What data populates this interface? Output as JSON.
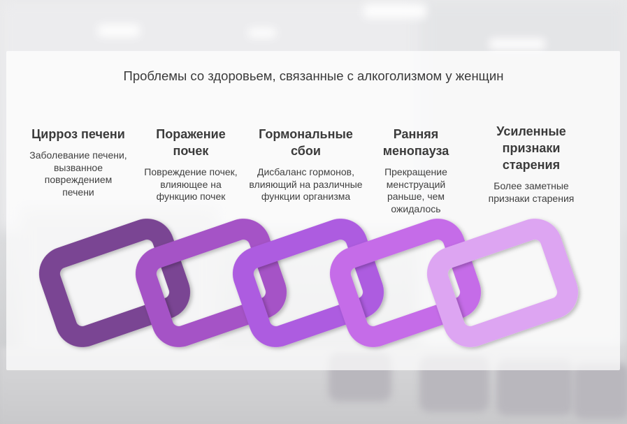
{
  "title": "Проблемы со здоровьем, связанные с алкоголизмом у женщин",
  "steps": [
    {
      "heading": "Цирроз печени",
      "description": "Заболевание печени, вызванное повреждением печени",
      "color": "#7a4593"
    },
    {
      "heading": "Поражение почек",
      "description": "Повреждение почек, влияющее на функцию почек",
      "color": "#a552c6"
    },
    {
      "heading": "Гормональные сбои",
      "description": "Дисбаланс гормонов, влияющий на различные функции организма",
      "color": "#ad5be0"
    },
    {
      "heading": "Ранняя менопауза",
      "description": "Прекращение менструаций раньше, чем ожидалось",
      "color": "#c56ce8"
    },
    {
      "heading": "Усиленные признаки старения",
      "description": "Более заметные признаки старения",
      "color": "#dda5f2"
    }
  ]
}
